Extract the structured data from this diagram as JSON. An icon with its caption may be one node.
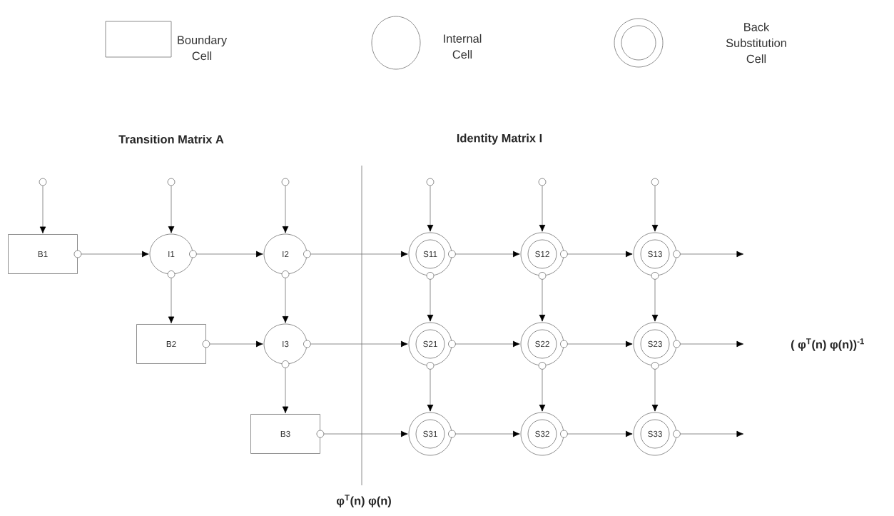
{
  "diagram": {
    "nodes": [
      {
        "text": [],
        "shape": "circle"
      },
      {
        "text": [],
        "shape": "circle"
      },
      {
        "text": [],
        "shape": "circle"
      },
      {
        "text": [],
        "shape": "circle"
      },
      {
        "text": [],
        "shape": "circle"
      },
      {
        "text": [],
        "shape": "circle"
      },
      {
        "text": [
          "B1"
        ]
      },
      {
        "text": [
          "I1"
        ]
      },
      {
        "text": [
          "I2"
        ]
      },
      {
        "text": [
          "S11"
        ]
      },
      {
        "text": [
          "S12"
        ]
      },
      {
        "text": [
          "S13"
        ]
      },
      {
        "text": [
          "B2"
        ]
      },
      {
        "text": [
          "I3"
        ]
      },
      {
        "text": [
          "S21"
        ]
      },
      {
        "text": [
          "S22"
        ]
      },
      {
        "text": [
          "S23"
        ]
      },
      {
        "text": [
          "B3"
        ]
      },
      {
        "text": [
          "S31"
        ]
      },
      {
        "text": [
          "S32"
        ]
      },
      {
        "text": [
          "S33"
        ]
      }
    ],
    "edges": [
      {
        "from": 0,
        "to": 6,
        "arrow": "to"
      },
      {
        "from": 1,
        "to": 7,
        "arrow": "to"
      },
      {
        "from": 2,
        "to": 8,
        "arrow": "to"
      },
      {
        "from": 3,
        "to": 9,
        "arrow": "to"
      },
      {
        "from": 4,
        "to": 10,
        "arrow": "to"
      },
      {
        "from": 5,
        "to": 11,
        "arrow": "to"
      },
      {
        "from": 6,
        "to": 7,
        "arrow": "to"
      },
      {
        "from": 7,
        "to": 8,
        "arrow": "to"
      },
      {
        "from": 8,
        "to": 9,
        "arrow": "to"
      },
      {
        "from": 9,
        "to": 10,
        "arrow": "to"
      },
      {
        "from": 10,
        "to": 11,
        "arrow": "to"
      },
      {
        "from": 11,
        "to": null,
        "arrow": "to"
      },
      {
        "from": 7,
        "to": 12,
        "arrow": "to"
      },
      {
        "from": 8,
        "to": 13,
        "arrow": "to"
      },
      {
        "from": 9,
        "to": 14,
        "arrow": "to"
      },
      {
        "from": 10,
        "to": 15,
        "arrow": "to"
      },
      {
        "from": 11,
        "to": 16,
        "arrow": "to"
      },
      {
        "from": 12,
        "to": 13,
        "arrow": "to"
      },
      {
        "from": 13,
        "to": 14,
        "arrow": "to"
      },
      {
        "from": 14,
        "to": 15,
        "arrow": "to"
      },
      {
        "from": 15,
        "to": 16,
        "arrow": "to"
      },
      {
        "from": 16,
        "to": null,
        "arrow": "to"
      },
      {
        "from": 13,
        "to": 17,
        "arrow": "to"
      },
      {
        "from": 14,
        "to": 18,
        "arrow": "to"
      },
      {
        "from": 15,
        "to": 19,
        "arrow": "to"
      },
      {
        "from": 16,
        "to": 20,
        "arrow": "to"
      },
      {
        "from": 17,
        "to": 18,
        "arrow": "to"
      },
      {
        "from": 18,
        "to": 19,
        "arrow": "to"
      },
      {
        "from": 19,
        "to": 20,
        "arrow": "to"
      },
      {
        "from": 20,
        "to": null,
        "arrow": "to"
      }
    ],
    "labels": [
      "Transition Matrix A",
      "Identity Matrix I",
      "( φ$^{T}$(n) φ(n))$^{-1}$",
      "φ$^{T}$(n) φ(n)"
    ],
    "legend": [
      {
        "text": "Boundary Cell"
      },
      {
        "text": "Internal Cell"
      },
      {
        "text": "Back Substitution Cell"
      }
    ]
  }
}
